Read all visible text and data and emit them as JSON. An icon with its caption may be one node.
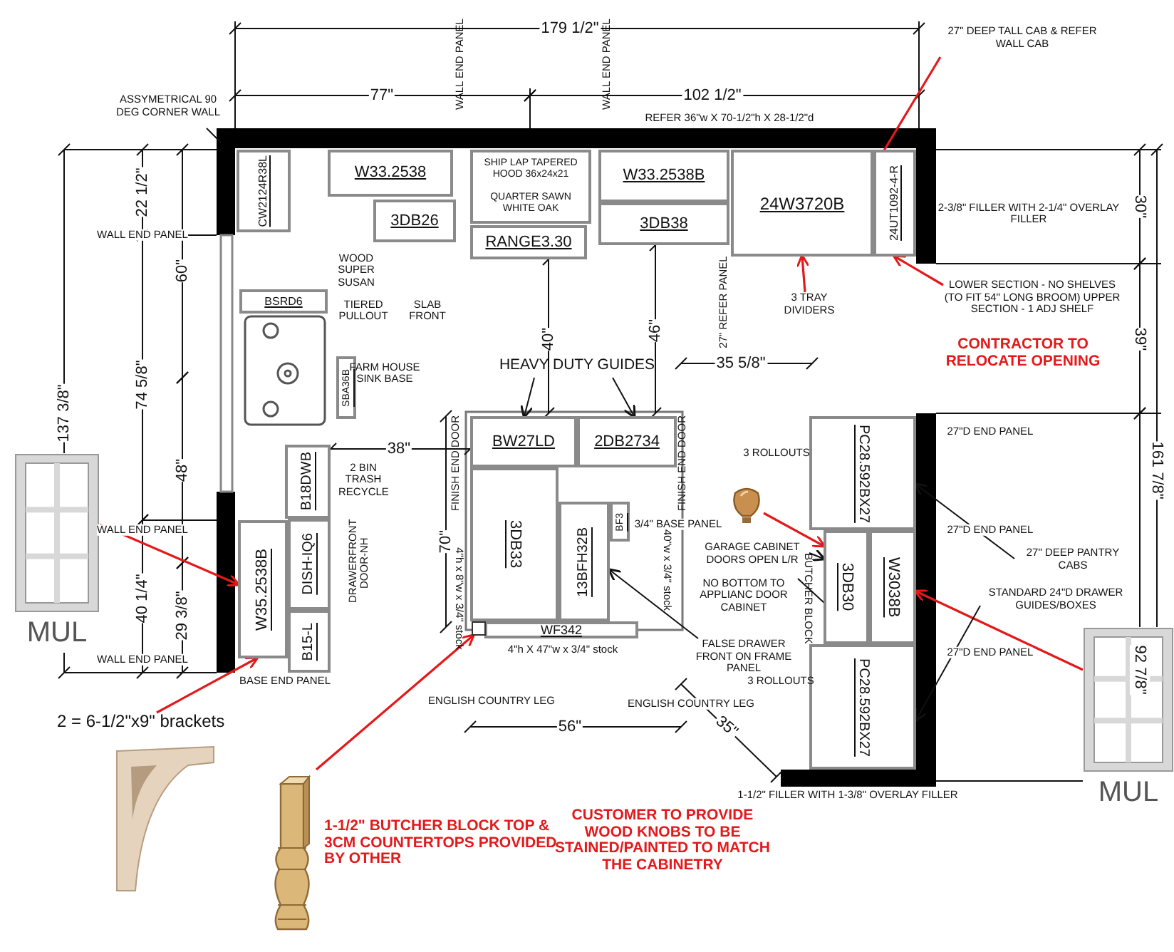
{
  "diagram": {
    "nodes": [
      {
        "text": [
          "ASSYMETRICAL 90 DEG CORNER WALL"
        ]
      },
      {
        "text": [
          "27\" DEEP TALL CAB & REFER WALL CAB"
        ]
      },
      {
        "text": [
          "CW2124R38L"
        ]
      },
      {
        "text": [
          "W33.2538"
        ]
      },
      {
        "text": [
          "SHIP LAP TAPERED HOOD 36x24x21",
          "QUARTER SAWN WHITE OAK"
        ]
      },
      {
        "text": [
          "W33.2538B"
        ]
      },
      {
        "text": [
          "24W3720B"
        ]
      },
      {
        "text": [
          "24UT1092-4-R"
        ]
      },
      {
        "text": [
          "3DB26"
        ]
      },
      {
        "text": [
          "RANGE3.30"
        ]
      },
      {
        "text": [
          "3DB38"
        ]
      },
      {
        "text": [
          "LOWER SECTION - NO SHELVES (TO FIT 54\" LONG BROOM) UPPER SECTION - 1 ADJ SHELF"
        ]
      },
      {
        "text": [
          "3 TRAY DIVIDERS"
        ]
      },
      {
        "text": [
          "BSRD6"
        ]
      },
      {
        "text": [
          "SBA36B"
        ]
      },
      {
        "text": [
          "HEAVY DUTY GUIDES"
        ]
      },
      {
        "text": [
          "BW27LD"
        ]
      },
      {
        "text": [
          "2DB2734"
        ]
      },
      {
        "text": [
          "B18DWB"
        ]
      },
      {
        "text": [
          "W35.2538B"
        ]
      },
      {
        "text": [
          "DISH-IQ6"
        ]
      },
      {
        "text": [
          "B15-L"
        ]
      },
      {
        "text": [
          "3DB33"
        ]
      },
      {
        "text": [
          "13BFH32B"
        ]
      },
      {
        "text": [
          "BF3"
        ]
      },
      {
        "text": [
          "PC28.592BX27"
        ]
      },
      {
        "text": [
          "3DB30"
        ]
      },
      {
        "text": [
          "W3038B"
        ]
      },
      {
        "text": [
          "PC28.592BX27"
        ]
      },
      {
        "text": [
          "MUL"
        ]
      },
      {
        "text": [
          "GARAGE CABINET DOORS OPEN L/R"
        ]
      },
      {
        "text": [],
        "shape": "picture"
      },
      {
        "text": [
          "27\" DEEP PANTRY CABS"
        ]
      },
      {
        "text": [
          "STANDARD 24\"D DRAWER GUIDES/BOXES"
        ]
      },
      {
        "text": [
          "FALSE DRAWER FRONT ON FRAME PANEL"
        ]
      },
      {
        "text": [
          "WF342"
        ]
      },
      {
        "text": [],
        "shape": "box"
      },
      {
        "text": [
          "MUL"
        ]
      },
      {
        "text": [
          "2 = 6-1/2\"x9\" brackets"
        ]
      },
      {
        "text": [],
        "shape": "picture"
      }
    ],
    "edges": [
      {
        "from": 29,
        "to": 19,
        "arrow": "to",
        "color": "#e3191b"
      },
      {
        "from": 37,
        "to": 27,
        "arrow": "to",
        "color": "#e3191b"
      },
      {
        "from": 1,
        "to": 6,
        "arrow": "to",
        "color": "#e3191b"
      },
      {
        "from": 12,
        "to": 6,
        "arrow": "to",
        "color": "#e3191b"
      },
      {
        "from": 11,
        "to": 7,
        "arrow": "to",
        "color": "#e3191b"
      },
      {
        "from": 38,
        "to": 19,
        "arrow": "to",
        "color": "#e3191b"
      },
      {
        "from": 39,
        "to": 36,
        "arrow": "to",
        "color": "#e3191b"
      },
      {
        "from": 31,
        "to": 26,
        "arrow": "to",
        "color": "#e3191b"
      },
      {
        "from": 0,
        "to": null,
        "arrow": "none",
        "color": "#111111"
      },
      {
        "from": 15,
        "to": 16,
        "arrow": "to",
        "color": "#111111"
      },
      {
        "from": 15,
        "to": 17,
        "arrow": "to",
        "color": "#111111"
      },
      {
        "from": 30,
        "to": 26,
        "arrow": "to",
        "color": "#111111"
      },
      {
        "from": 30,
        "to": 26,
        "arrow": "to",
        "color": "#111111"
      },
      {
        "from": 34,
        "to": 23,
        "arrow": "to",
        "color": "#111111"
      },
      {
        "from": 32,
        "to": 25,
        "arrow": "to",
        "color": "#111111"
      },
      {
        "from": 33,
        "to": 28,
        "arrow": "to",
        "color": "#111111"
      }
    ],
    "labels": [
      "179 1/2\"",
      "WALL END PANEL",
      "WALL END PANEL",
      "77\"",
      "102 1/2\"",
      "REFER 36\"w X 70-1/2\"h X 28-1/2\"d",
      "22 1/2\"",
      "WALL END PANEL",
      "60\"",
      "WOOD SUPER SUSAN",
      "TIERED PULLOUT",
      "SLAB FRONT",
      "27\" REFER PANEL",
      "2-3/8\" FILLER WITH 2-1/4\" OVERLAY FILLER",
      "30\"",
      "CONTRACTOR TO RELOCATE OPENING",
      "39\"",
      "74 5/8\"",
      "137 3/8\"",
      "FARM HOUSE SINK BASE",
      "38\"",
      "40\"",
      "46\"",
      "35 5/8\"",
      "48\"",
      "2 BIN TRASH RECYCLE",
      "FINISH END DOOR",
      "FINISH END DOOR",
      "3 ROLLOUTS",
      "161 7/8\"",
      "27\"D END PANEL",
      "WALL END PANEL",
      "70\"",
      "3/4\" BASE PANEL",
      "27\"D END PANEL",
      "DRAWERFRONT DOOR-NH",
      "40\"w x 3/4\" stock",
      "40 1/4\"",
      "29 3/8\"",
      "4\"h x 8\"w x 3/4\" stock",
      "NO BOTTOM TO APPLIANC DOOR CABINET",
      "BUTCHER BLOCK",
      "4\"h X 47\"w x 3/4\" stock",
      "WALL END PANEL",
      "27\"D END PANEL",
      "92 7/8\"",
      "BASE END PANEL",
      "ENGLISH COUNTRY LEG",
      "ENGLISH COUNTRY LEG",
      "3 ROLLOUTS",
      "56\"",
      "35\"",
      "1-1/2\" FILLER WITH 1-3/8\" OVERLAY FILLER",
      "1-1/2\" BUTCHER BLOCK TOP & 3CM COUNTERTOPS PROVIDED BY OTHER",
      "CUSTOMER TO PROVIDE WOOD KNOBS TO BE STAINED/PAINTED TO MATCH THE CABINETRY"
    ]
  }
}
